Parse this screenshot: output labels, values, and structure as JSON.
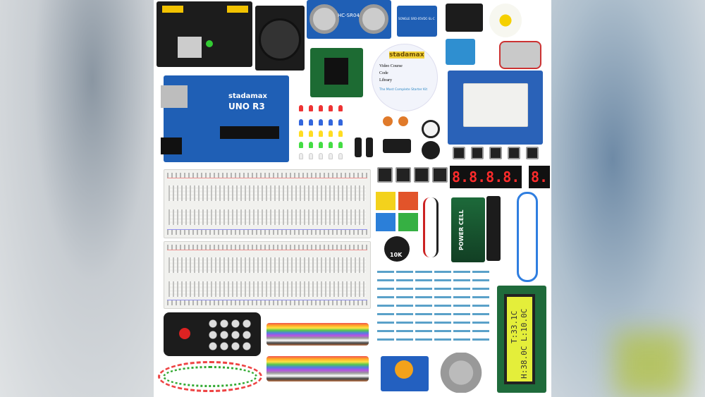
{
  "board": {
    "brand": "stadamax",
    "model": "UNO R3"
  },
  "cd": {
    "brand": "stadamax",
    "lines": [
      "Video Course",
      "Code",
      "Library"
    ],
    "tagline": "The Most Complete Starter Kit"
  },
  "sensor": {
    "ultrasonic": "HC-SR04"
  },
  "relay": {
    "label": "SONGLE SRD-05VDC-SL-C"
  },
  "potentiometer": {
    "label": "10K"
  },
  "battery": {
    "label": "POWER CELL"
  },
  "seven_segment": {
    "four_digit": "8.8.8.8.",
    "single_digit": "8."
  },
  "lcd": {
    "line1": "T:33.1C",
    "line2": "H:38.0C L:10.0C"
  },
  "colors": {
    "board_blue": "#1f5fb5",
    "lcd_yellow": "#e4ee3a",
    "background": "#ffffff"
  }
}
